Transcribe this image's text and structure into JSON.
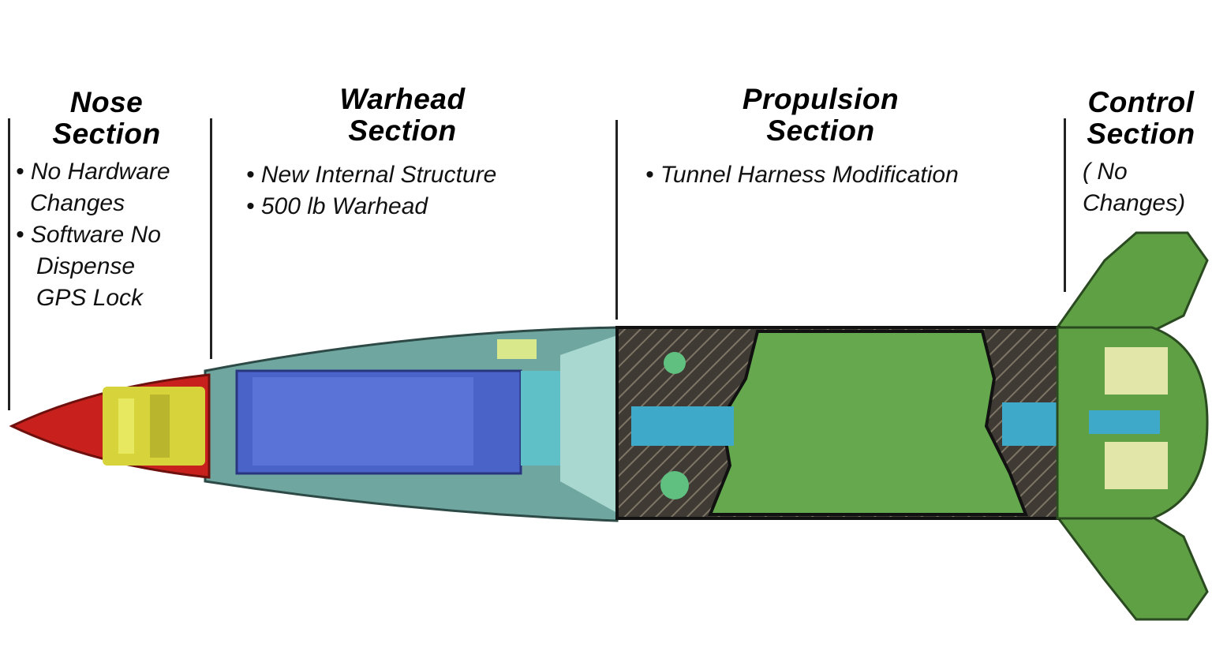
{
  "sections": [
    {
      "title_line1": "Nose",
      "title_line2": "Section",
      "notes": [
        "• No Hardware",
        "Changes",
        "• Software No",
        "Dispense",
        "GPS Lock"
      ]
    },
    {
      "title_line1": "Warhead",
      "title_line2": "Section",
      "notes": [
        "• New Internal Structure",
        "• 500 lb Warhead"
      ]
    },
    {
      "title_line1": "Propulsion",
      "title_line2": "Section",
      "notes": [
        "• Tunnel Harness Modification"
      ]
    },
    {
      "title_line1": "Control",
      "title_line2": "Section",
      "notes": [
        "( No",
        "Changes)"
      ]
    }
  ],
  "colors": {
    "nose": "#c8201c",
    "guidance": "#d6d43a",
    "warhead_shell": "#6fa7a0",
    "warhead_core": "#4a63c8",
    "motor_case": "#3f3a33",
    "propellant": "#66a84e",
    "tunnel": "#3fa9c9",
    "fins": "#5fa045"
  }
}
